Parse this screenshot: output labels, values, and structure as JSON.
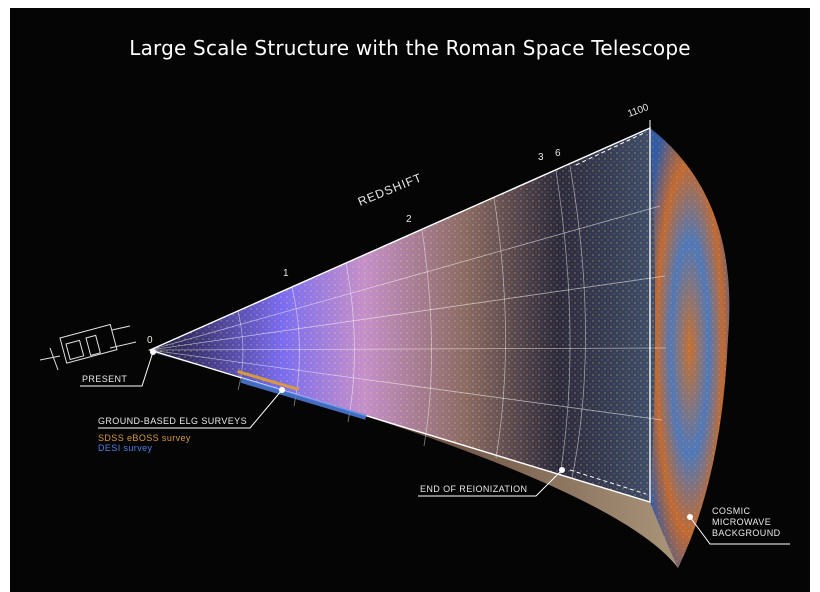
{
  "title": "Large Scale Structure with the Roman Space Telescope",
  "axis_label": "REDSHIFT",
  "redshift_ticks": [
    "0",
    "1",
    "2",
    "3",
    "6",
    "1100"
  ],
  "labels": {
    "present": "PRESENT",
    "ground_surveys": "GROUND-BASED ELG SURVEYS",
    "end_reionization": "END OF REIONIZATION",
    "cmb": [
      "COSMIC",
      "MICROWAVE",
      "BACKGROUND"
    ]
  },
  "legend": [
    {
      "name": "SDSS eBOSS survey",
      "color": "#d89a3a"
    },
    {
      "name": "DESI survey",
      "color": "#4f7fe0"
    }
  ],
  "colors": {
    "background": "#050505",
    "cone_near": "#6a5be0",
    "cone_mid": "#c98ac0",
    "cone_far": "#2a2535",
    "cmb_blue": "#3a6ec0",
    "cmb_orange": "#d8692a"
  },
  "icons": [
    "telescope-icon"
  ]
}
